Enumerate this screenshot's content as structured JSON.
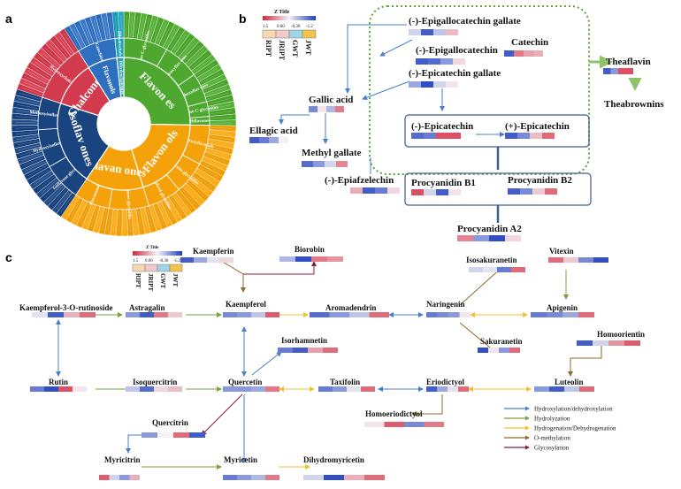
{
  "panels": {
    "a": "a",
    "b": "b",
    "c": "c"
  },
  "colors": {
    "green": "#4ea72e",
    "orange": "#f5a10a",
    "navy": "#1a4480",
    "red": "#d23b4e",
    "blue": "#2e6fc0",
    "teal": "#1d9fb5",
    "heat_red": "#d7263d",
    "heat_blue": "#1f3fbf",
    "heat_mid": "#f4f2f6",
    "arrow_blue": "#4a7fc9",
    "arrow_green": "#78a040",
    "arrow_yellow": "#f2c12e",
    "arrow_brown": "#8a6b2a",
    "arrow_maroon": "#8b1a3a",
    "dotted_green": "#5aa838"
  },
  "sunburst": {
    "inner_ring": [
      {
        "label": "Flavon es",
        "color": "#4ea72e",
        "start": -90,
        "end": 1
      },
      {
        "label": "Flavon ols",
        "color": "#f5a10a",
        "start": 1,
        "end": 73
      },
      {
        "label": "Flavan ones",
        "color": "#f5a10a",
        "start": 73,
        "end": 124
      },
      {
        "label": "Isoflav ones",
        "color": "#1a4480",
        "start": 124,
        "end": 198
      },
      {
        "label": "Chalcone s",
        "color": "#d23b4e",
        "start": 198,
        "end": 238
      },
      {
        "label": "Flavanols",
        "color": "#2e6fc0",
        "start": 238,
        "end": 264
      },
      {
        "label": "Dihydrochalcones",
        "color": "#1d9fb5",
        "start": 264,
        "end": 270
      }
    ],
    "outer_ring": [
      {
        "label": "Flavone-C-glycosides",
        "color": "#4ea72e",
        "start": -90,
        "end": -60
      },
      {
        "label": "Hydroxyflav ones",
        "color": "#4ea72e",
        "start": -60,
        "end": -35
      },
      {
        "label": "Methoxyflav ones",
        "color": "#4ea72e",
        "start": -35,
        "end": -15
      },
      {
        "label": "Flavone-C-glycosides",
        "color": "#4ea72e",
        "start": -15,
        "end": -5
      },
      {
        "label": "Biflavones",
        "color": "#4ea72e",
        "start": -5,
        "end": 1
      },
      {
        "label": "Hydroxyflavonols",
        "color": "#f5a10a",
        "start": 1,
        "end": 28
      },
      {
        "label": "Quercetin glycosides",
        "color": "#f5a10a",
        "start": 28,
        "end": 50
      },
      {
        "label": "Kaempferol glycosides",
        "color": "#f5a10a",
        "start": 50,
        "end": 73
      },
      {
        "label": "Flavanone glycosides",
        "color": "#f5a10a",
        "start": 73,
        "end": 100
      },
      {
        "label": "Flavanonols",
        "color": "#f5a10a",
        "start": 100,
        "end": 124
      },
      {
        "label": "Isoflavone glycosides",
        "color": "#1a4480",
        "start": 124,
        "end": 150
      },
      {
        "label": "Hydroxyisoflavones",
        "color": "#1a4480",
        "start": 150,
        "end": 176
      },
      {
        "label": "Methoxyisoflavones",
        "color": "#1a4480",
        "start": 176,
        "end": 198
      },
      {
        "label": "Hydroxychalcones",
        "color": "#d23b4e",
        "start": 198,
        "end": 238
      },
      {
        "label": "Catechins",
        "color": "#2e6fc0",
        "start": 238,
        "end": 264
      },
      {
        "label": "Dihydrochalcones",
        "color": "#1d9fb5",
        "start": 264,
        "end": 270
      }
    ]
  },
  "legend_b": {
    "title": "Z Title",
    "ticks": [
      "1.5",
      "0.60",
      "-0.30",
      "-1.2"
    ],
    "rows": [
      "RIPT",
      "JRIPT",
      "GWT",
      "JWT"
    ]
  },
  "legend_c": {
    "title": "Z Title",
    "ticks": [
      "1.5",
      "0.60",
      "-0.30",
      "-1.2"
    ],
    "rows": [
      "RIPT",
      "JRIPT",
      "GWT",
      "JWT"
    ]
  },
  "diagram_b": {
    "compounds": [
      {
        "id": "egcg",
        "name": "(-)-Epigallocatechin gallate",
        "heat": [
          -0.2,
          -1.0,
          -0.3,
          0.4
        ]
      },
      {
        "id": "egc",
        "name": "(-)-Epigallocatechin",
        "heat": [
          -1.0,
          -0.9,
          -0.6,
          0.2
        ]
      },
      {
        "id": "catechin",
        "name": "Catechin",
        "heat": [
          -1.0,
          0.9,
          0.6,
          0.5
        ]
      },
      {
        "id": "ecg",
        "name": "(-)-Epicatechin gallate",
        "heat": [
          -0.5,
          -1.1,
          -0.2,
          0.1
        ]
      },
      {
        "id": "gallic",
        "name": "Gallic acid",
        "heat": [
          -0.7,
          0.1,
          -0.4,
          0.9
        ]
      },
      {
        "id": "ellagic",
        "name": "Ellagic acid",
        "heat": [
          -1.0,
          -0.8,
          -0.5,
          0.0
        ]
      },
      {
        "id": "methylgallate",
        "name": "Methyl gallate",
        "heat": [
          -0.9,
          -0.6,
          -0.2,
          0.8
        ]
      },
      {
        "id": "epicatechin",
        "name": "(-)-Epicatechin",
        "heat": [
          -0.9,
          -0.8,
          1.2,
          1.2
        ]
      },
      {
        "id": "pepicatechin",
        "name": "(+)-Epicatechin",
        "heat": [
          -1.0,
          -0.7,
          0.4,
          1.0
        ]
      },
      {
        "id": "theaflavin",
        "name": "Theaflavin",
        "heat": [
          -1.0,
          -0.6,
          1.2,
          1.2
        ]
      },
      {
        "id": "thearubigins",
        "name": "Theabrownins",
        "heat": []
      },
      {
        "id": "epiafzelechin",
        "name": "(-)-Epiafzelechin",
        "heat": [
          0.5,
          -1.0,
          -0.8,
          0.2
        ]
      },
      {
        "id": "pb1",
        "name": "Procyanidin B1",
        "heat": [
          1.2,
          -0.2,
          -1.0,
          0.1
        ]
      },
      {
        "id": "pb2",
        "name": "Procyanidin B2",
        "heat": [
          -1.0,
          -0.7,
          0.3,
          1.0
        ]
      },
      {
        "id": "pa2",
        "name": "Procyanidin A2",
        "heat": [
          0.8,
          -0.6,
          -1.1,
          0.2
        ]
      }
    ]
  },
  "diagram_c": {
    "compounds": [
      {
        "id": "k3r",
        "name": "Kaempferol-3-O-rutinoside",
        "heat": [
          -0.1,
          -1.0,
          0.5,
          1.0
        ]
      },
      {
        "id": "astragalin",
        "name": "Astragalin",
        "heat": [
          -0.6,
          -1.0,
          0.9,
          0.3
        ]
      },
      {
        "id": "kaempferin",
        "name": "Kaempferin",
        "heat": [
          -1.0,
          -0.5,
          -0.1,
          0.2
        ]
      },
      {
        "id": "biorobin",
        "name": "Biorobin",
        "heat": [
          -0.4,
          -1.1,
          0.9,
          0.7
        ]
      },
      {
        "id": "kaempferol",
        "name": "Kaempferol",
        "heat": [
          -0.7,
          -0.6,
          -0.3,
          1.1
        ]
      },
      {
        "id": "aromadendrin",
        "name": "Aromadendrin",
        "heat": [
          -0.9,
          -0.6,
          -0.3,
          1.0
        ]
      },
      {
        "id": "naringenin",
        "name": "Naringenin",
        "heat": [
          -0.8,
          -0.7,
          -0.6,
          0.1
        ]
      },
      {
        "id": "isosakuranetin",
        "name": "Isosakuranetin",
        "heat": [
          -0.2,
          -0.1,
          -0.8,
          1.0
        ]
      },
      {
        "id": "vitexin",
        "name": "Vitexin",
        "heat": [
          1.0,
          0.3,
          -0.7,
          -1.1
        ]
      },
      {
        "id": "apigenin",
        "name": "Apigenin",
        "heat": [
          -0.8,
          -0.7,
          -0.5,
          1.0
        ]
      },
      {
        "id": "sakuranetin",
        "name": "Sakuranetin",
        "heat": [
          -1.1,
          0.1,
          -0.6,
          1.0
        ]
      },
      {
        "id": "homoorientin",
        "name": "Homoorientin",
        "heat": [
          -1.0,
          -0.2,
          0.7,
          1.1
        ]
      },
      {
        "id": "rutin",
        "name": "Rutin",
        "heat": [
          -0.8,
          -1.1,
          1.2,
          0.1
        ]
      },
      {
        "id": "isoquercitrin",
        "name": "Isoquercitrin",
        "heat": [
          -0.3,
          -0.9,
          0.2,
          0.4
        ]
      },
      {
        "id": "quercetin",
        "name": "Quercetin",
        "heat": [
          -0.6,
          -0.6,
          -0.5,
          0.9
        ]
      },
      {
        "id": "isorhamnetin",
        "name": "Isorhamnetin",
        "heat": [
          -0.8,
          -1.0,
          0.6,
          1.0
        ]
      },
      {
        "id": "taxifolin",
        "name": "Taxifolin",
        "heat": [
          -0.8,
          -0.6,
          -0.1,
          1.0
        ]
      },
      {
        "id": "eriodictyol",
        "name": "Eriodictyol",
        "heat": [
          -1.0,
          -0.5,
          -0.1,
          1.0
        ]
      },
      {
        "id": "luteolin",
        "name": "Luteolin",
        "heat": [
          -0.6,
          -1.0,
          -0.3,
          1.0
        ]
      },
      {
        "id": "homoeriodictyol",
        "name": "Homoeriodictyol",
        "heat": [
          0.1,
          1.1,
          -0.7,
          0.9
        ]
      },
      {
        "id": "quercitrin",
        "name": "Quercitrin",
        "heat": [
          -0.6,
          0.0,
          1.0,
          -1.0
        ]
      },
      {
        "id": "myricitrin",
        "name": "Myricitrin",
        "heat": [
          1.1,
          -0.2,
          -0.6,
          0.5
        ]
      },
      {
        "id": "myricetin",
        "name": "Myricetin",
        "heat": [
          -0.8,
          -0.6,
          -0.4,
          0.9
        ]
      },
      {
        "id": "dihydromyricetin",
        "name": "Dihydromyricetin",
        "heat": [
          -0.2,
          -1.1,
          0.5,
          1.0
        ]
      }
    ],
    "legend": [
      {
        "label": "Hydroxylation/dehydroxylation",
        "color": "#4a7fc9"
      },
      {
        "label": "Hydrolyzation",
        "color": "#78a040"
      },
      {
        "label": "Hydrogenation/Dehydrogenation",
        "color": "#f2c12e"
      },
      {
        "label": "O-methylation",
        "color": "#8a6b2a"
      },
      {
        "label": "Glycosylation",
        "color": "#8b1a3a"
      }
    ]
  }
}
